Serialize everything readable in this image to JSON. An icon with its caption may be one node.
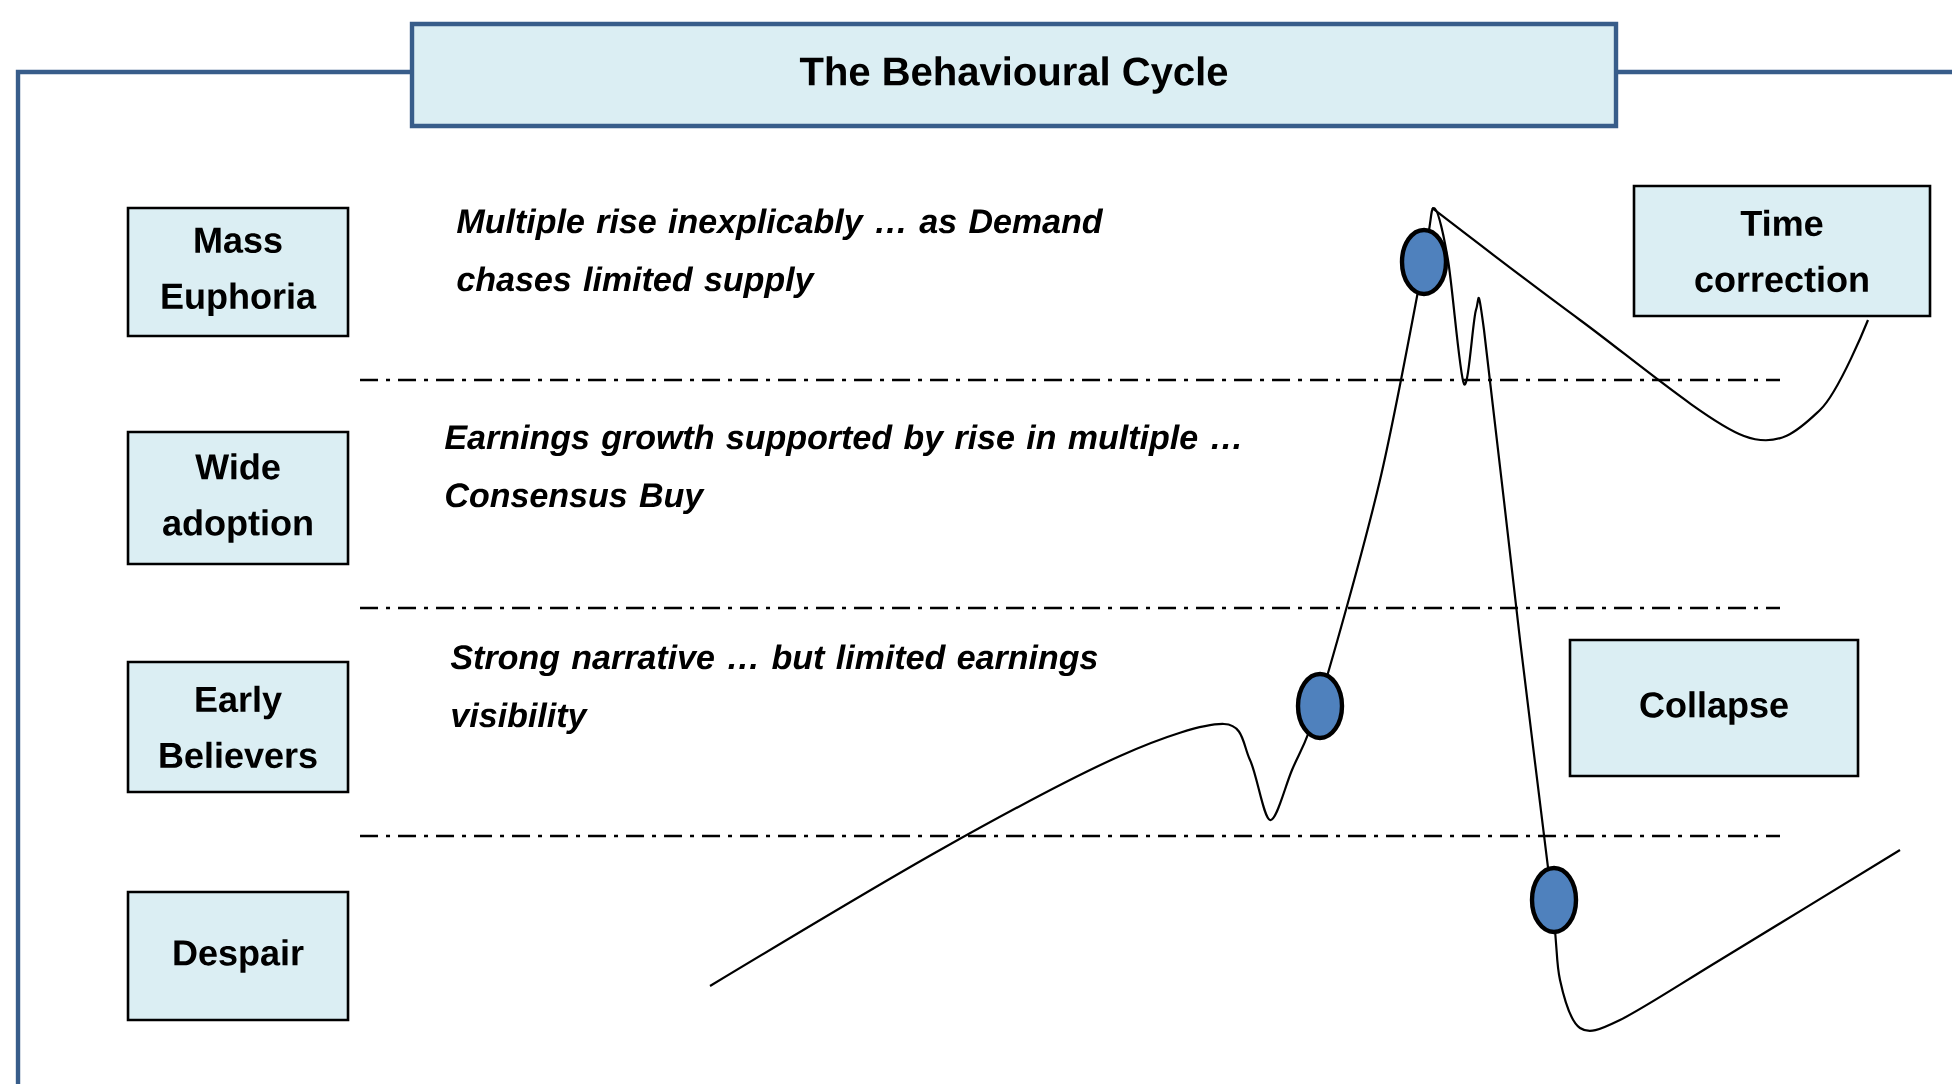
{
  "diagram": {
    "title": "The Behavioural Cycle",
    "nodes": [
      {
        "text": [
          "Mass Euphoria"
        ]
      },
      {
        "text": [
          "Time correction"
        ]
      },
      {
        "text": [
          "Wide adoption"
        ]
      },
      {
        "text": [
          "Early Believers"
        ]
      },
      {
        "text": [
          "Collapse"
        ]
      },
      {
        "text": [
          "Despair"
        ]
      }
    ],
    "labels": [
      "Multiple rise inexplicably … as Demand chases limited supply",
      "Earnings growth supported by rise in multiple … Consensus Buy",
      "Strong narrative … but limited earnings visibility"
    ]
  }
}
